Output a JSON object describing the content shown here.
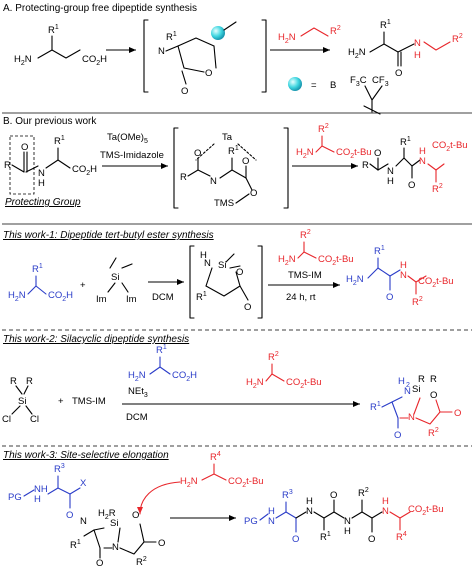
{
  "sections": {
    "a": {
      "title": "A. Protecting-group free dipeptide synthesis"
    },
    "b": {
      "title": "B. Our previous work",
      "reagent1": "Ta(OMe)",
      "reagent1_sub": "5",
      "reagent2": "TMS-Imidazole",
      "protecting_group": "Protecting Group",
      "metal_label": "Ta",
      "tms_label": "TMS"
    },
    "w1": {
      "title": "This work-1: Dipeptide tert-butyl ester synthesis",
      "solvent": "DCM",
      "reagent": "TMS-IM",
      "conditions": "24 h, rt",
      "si_label": "Si",
      "im_label": "Im"
    },
    "w2": {
      "title": "This work-2: Silacyclic dipeptide synthesis",
      "reagent1": "TMS-IM",
      "reagent2": "NEt",
      "reagent2_sub": "3",
      "solvent": "DCM",
      "cl_label": "Cl"
    },
    "w3": {
      "title": "This work-3: Site-selective elongation",
      "pg_label": "PG",
      "x_label": "X"
    }
  },
  "labels": {
    "r1": "R",
    "r1_sup": "1",
    "r2": "R",
    "r2_sup": "2",
    "r3": "R",
    "r3_sup": "3",
    "r4": "R",
    "r4_sup": "4",
    "r": "R",
    "h2n": "H",
    "h2n_sub": "2",
    "h2n_n": "N",
    "nh": "NH",
    "n": "N",
    "h": "H",
    "o": "O",
    "si": "Si",
    "co2h": "CO",
    "co2h_sub": "2",
    "co2h_h": "H",
    "co2tbu": "CO",
    "co2tbu_sub": "2",
    "co2tbu_t": "t-Bu",
    "plus": "+",
    "equals": "=",
    "b_atom": "B",
    "cf3": "F",
    "cf3_sub": "3",
    "cf3_c": "C",
    "c_atom": "C"
  },
  "colors": {
    "red": "#e8262b",
    "blue": "#2a3cc8",
    "cyan_ball": "#3fd6e0"
  }
}
